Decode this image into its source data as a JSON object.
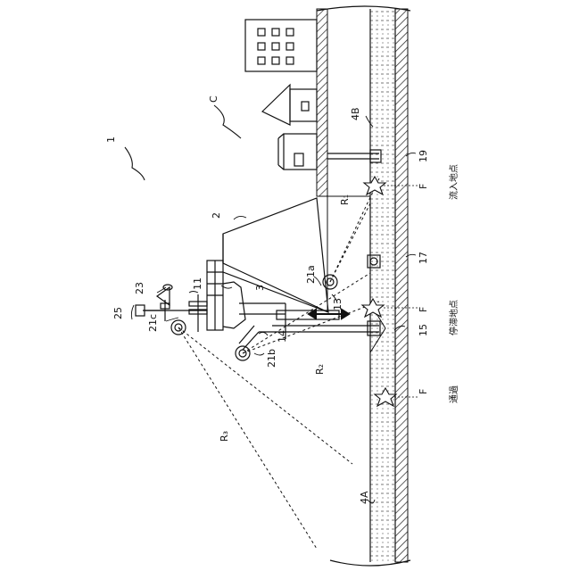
{
  "labels": {
    "system": "1",
    "region": "C",
    "machine_body": "2",
    "boom_unit": "3",
    "channel_b": "4B",
    "channel_a": "4A",
    "post": "11",
    "pump": "13",
    "arm": "14",
    "flow_marker": "15",
    "gauge": "17",
    "inflow_marker": "19",
    "camera_a": "21a",
    "camera_b": "21b",
    "camera_c": "21c",
    "light": "23",
    "sensor_box": "25",
    "range_1": "R₁",
    "range_2": "R₂",
    "range_3": "R₃",
    "fault_1": "F",
    "fault_2": "F",
    "fault_3": "F",
    "inflow_point": "流入地点",
    "stagnation_point": "停滞地点",
    "passage": "通過"
  }
}
